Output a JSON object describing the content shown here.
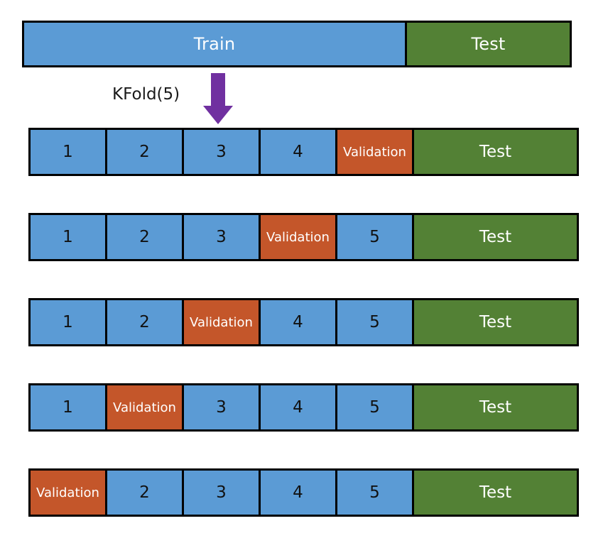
{
  "diagram": {
    "title_bar": {
      "train_label": "Train",
      "test_label": "Test"
    },
    "annotation": {
      "kfold_label": "KFold(5)",
      "arrow_icon": "down-arrow-icon",
      "arrow_color": "#7030a0"
    },
    "colors": {
      "train_blue": "#5b9bd5",
      "test_green": "#538135",
      "validation_orange": "#c4562a",
      "arrow_purple": "#7030a0",
      "border_black": "#000000",
      "background": "#ffffff"
    },
    "rows": [
      {
        "name": "fold-1",
        "cells": [
          {
            "label": "1",
            "kind": "fold"
          },
          {
            "label": "2",
            "kind": "fold"
          },
          {
            "label": "3",
            "kind": "fold"
          },
          {
            "label": "4",
            "kind": "fold"
          },
          {
            "label": "Validation",
            "kind": "validation"
          },
          {
            "label": "Test",
            "kind": "test"
          }
        ]
      },
      {
        "name": "fold-2",
        "cells": [
          {
            "label": "1",
            "kind": "fold"
          },
          {
            "label": "2",
            "kind": "fold"
          },
          {
            "label": "3",
            "kind": "fold"
          },
          {
            "label": "Validation",
            "kind": "validation"
          },
          {
            "label": "5",
            "kind": "fold"
          },
          {
            "label": "Test",
            "kind": "test"
          }
        ]
      },
      {
        "name": "fold-3",
        "cells": [
          {
            "label": "1",
            "kind": "fold"
          },
          {
            "label": "2",
            "kind": "fold"
          },
          {
            "label": "Validation",
            "kind": "validation"
          },
          {
            "label": "4",
            "kind": "fold"
          },
          {
            "label": "5",
            "kind": "fold"
          },
          {
            "label": "Test",
            "kind": "test"
          }
        ]
      },
      {
        "name": "fold-4",
        "cells": [
          {
            "label": "1",
            "kind": "fold"
          },
          {
            "label": "Validation",
            "kind": "validation"
          },
          {
            "label": "3",
            "kind": "fold"
          },
          {
            "label": "4",
            "kind": "fold"
          },
          {
            "label": "5",
            "kind": "fold"
          },
          {
            "label": "Test",
            "kind": "test"
          }
        ]
      },
      {
        "name": "fold-5",
        "cells": [
          {
            "label": "Validation",
            "kind": "validation"
          },
          {
            "label": "2",
            "kind": "fold"
          },
          {
            "label": "3",
            "kind": "fold"
          },
          {
            "label": "4",
            "kind": "fold"
          },
          {
            "label": "5",
            "kind": "fold"
          },
          {
            "label": "Test",
            "kind": "test"
          }
        ]
      }
    ]
  }
}
